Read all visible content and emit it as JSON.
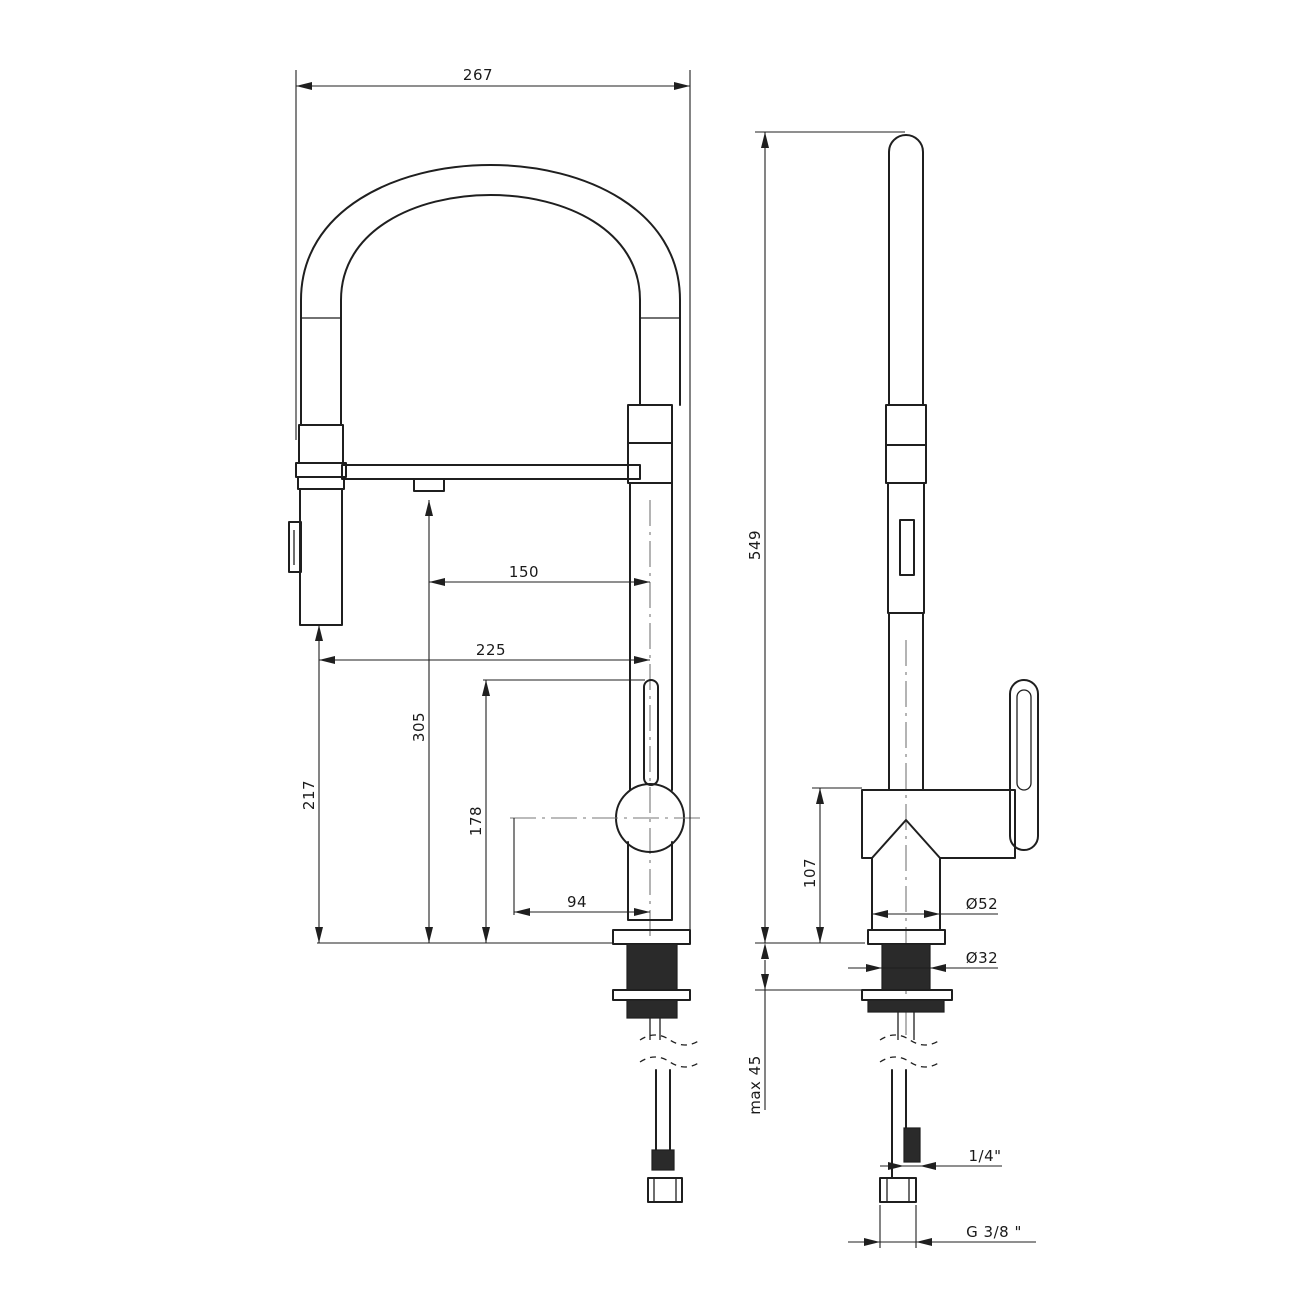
{
  "dimensions": {
    "overall_width": "267",
    "overall_height": "549",
    "spout_to_aerator": "150",
    "spout_reach": "225",
    "aerator_height": "305",
    "outlet_height": "217",
    "lever_height": "178",
    "lever_reach": "94",
    "body_height": "107",
    "body_diameter": "Ø52",
    "shank_diameter": "Ø32",
    "max_deck_thickness": "max 45",
    "hose_thread": "1/4\"",
    "connection_thread": "G 3/8 \""
  },
  "colors": {
    "line": "#1f1f1f",
    "background": "#ffffff"
  }
}
